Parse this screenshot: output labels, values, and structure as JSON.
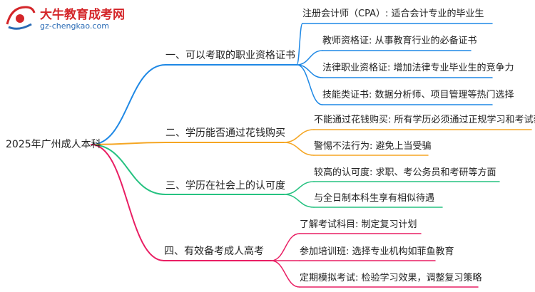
{
  "logo": {
    "title": "大牛教育成考网",
    "url": "gz-chengkao.com"
  },
  "root": {
    "label": "2025年广州成人本科"
  },
  "colors": {
    "blue": "#1e88e5",
    "orange": "#f5a623",
    "green": "#26c281",
    "pink": "#e91e63"
  },
  "branches": [
    {
      "label": "一、可以考取的职业资格证书",
      "color": "#1e88e5",
      "leaves": [
        "注册会计师（CPA）: 适合会计专业的毕业生",
        "教师资格证: 从事教育行业的必备证书",
        "法律职业资格证: 增加法律专业毕业生的竞争力",
        "技能类证书: 数据分析师、项目管理等热门选择"
      ]
    },
    {
      "label": "二、学历能否通过花钱购买",
      "color": "#f5a623",
      "leaves": [
        "不能通过花钱购买: 所有学历必须通过正规学习和考试获得",
        "警惕不法行为: 避免上当受骗"
      ]
    },
    {
      "label": "三、学历在社会上的认可度",
      "color": "#26c281",
      "leaves": [
        "较高的认可度: 求职、考公务员和考研等方面",
        "与全日制本科生享有相似待遇"
      ]
    },
    {
      "label": "四、有效备考成人高考",
      "color": "#e91e63",
      "leaves": [
        "了解考试科目: 制定复习计划",
        "参加培训班: 选择专业机构如菲鱼教育",
        "定期模拟考试: 检验学习效果，调整复习策略"
      ]
    }
  ]
}
